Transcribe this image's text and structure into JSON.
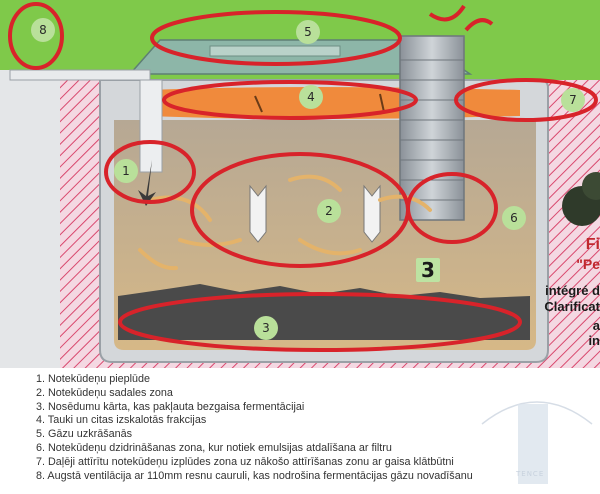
{
  "markers": [
    "8",
    "5",
    "4",
    "7",
    "1",
    "2",
    "6",
    "3"
  ],
  "highlight_label": "3",
  "side_text": {
    "line1": "Fi",
    "line2": "\"Pe",
    "line3": "intégré d",
    "line4": "Clarificat",
    "line5": "a",
    "line6": "in"
  },
  "legend": [
    "1. Notekūdeņu pieplūde",
    "2. Notekūdeņu sadales zona",
    "3. Nosēdumu kārta, kas pakļauta bezgaisa fermentācijai",
    "4. Tauki un citas izskalotās frakcijas",
    "5. Gāzu uzkrāšanās",
    "6. Notekūdeņu dzidrināšanas zona, kur notiek emulsijas atdalīšana ar filtru",
    "7. Daļēji attīrītu notekūdeņu izplūdes zona uz nākošo attīrīšanas zonu ar gaisa klātbūtni",
    "8. Augstā ventilācija ar 110mm resnu cauruli, kas nodrošina fermentācijas gāzu novadīšanu"
  ],
  "watermark_text": "TENCE",
  "colors": {
    "ground": "#7fc94a",
    "tank_liquid": "#c9b08a",
    "grease_layer": "#f08a3c",
    "sludge": "#4a4a4a",
    "annotation_red": "#d8232a",
    "marker_fill": "#b9e09a"
  }
}
